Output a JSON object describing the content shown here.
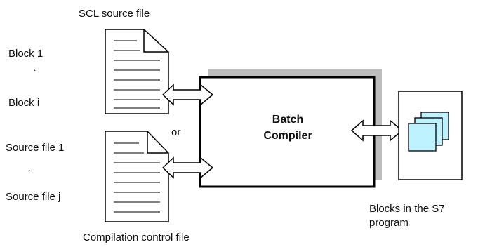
{
  "top_doc_title": "SCL source file",
  "left_top": {
    "first": "Block 1",
    "ellipsis": ".",
    "last": "Block i"
  },
  "left_bottom": {
    "first": "Source file 1",
    "ellipsis": ".",
    "last": "Source file j"
  },
  "or_label": "or",
  "compiler": {
    "line1": "Batch",
    "line2": "Compiler"
  },
  "output_label": {
    "line1": "Blocks in the S7",
    "line2": "program"
  },
  "bottom_doc_title": "Compilation control file",
  "colors": {
    "block_fill": "#bff2ff",
    "shadow": "#bdbdbd",
    "stroke": "#000000"
  }
}
